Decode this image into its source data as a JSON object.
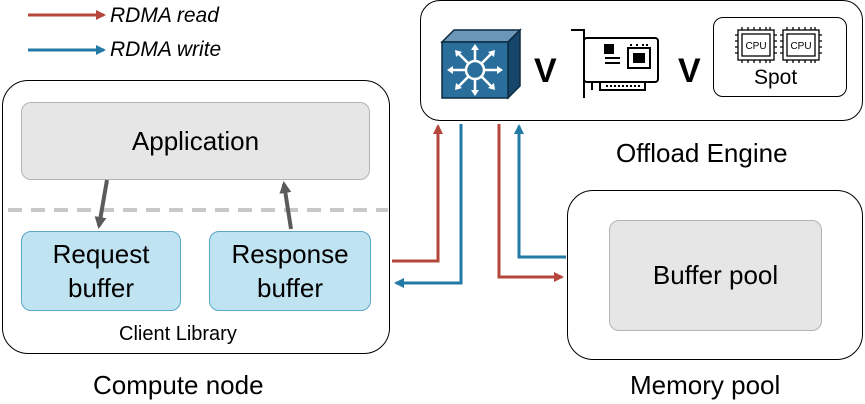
{
  "legend": {
    "read_label": "RDMA read",
    "write_label": "RDMA write"
  },
  "colors": {
    "read": "#b5473a",
    "write": "#237aa6",
    "gray_arrow": "#5a5a5a",
    "buffer_fill": "#bfe3f1",
    "app_fill": "#e6e6e6"
  },
  "compute_node": {
    "title": "Compute node",
    "application": "Application",
    "request_buffer": [
      "Request",
      "buffer"
    ],
    "response_buffer": [
      "Response",
      "buffer"
    ],
    "client_library": "Client Library"
  },
  "offload_engine": {
    "title": "Offload Engine",
    "separator_1": "V",
    "separator_2": "V",
    "cpu_label_1": "CPU",
    "cpu_label_2": "CPU",
    "spot_label": "Spot",
    "icons": [
      "switch-icon",
      "nic-card-icon",
      "cpu-icon"
    ]
  },
  "memory_pool": {
    "title": "Memory pool",
    "buffer_pool": "Buffer pool"
  }
}
